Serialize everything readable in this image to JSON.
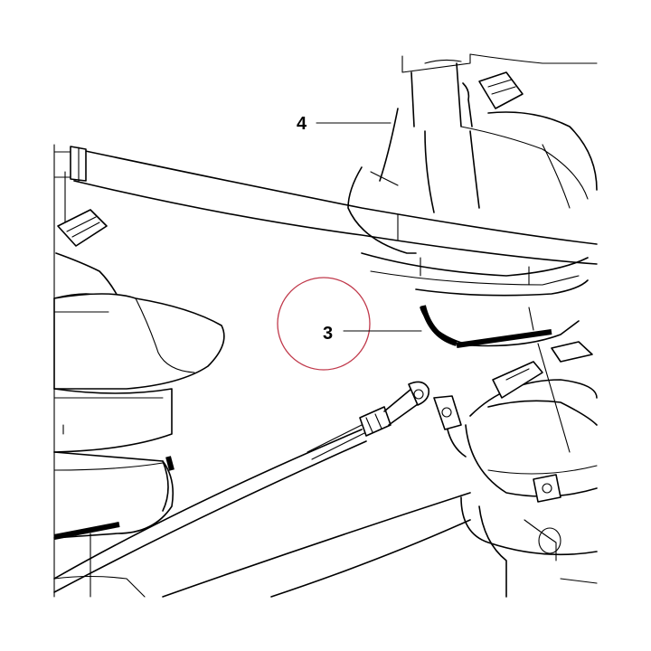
{
  "diagram": {
    "callouts": [
      {
        "id": "callout-4",
        "label": "4"
      },
      {
        "id": "callout-3",
        "label": "3"
      }
    ],
    "highlight_color": "#c0394b",
    "line_color": "#000000",
    "background": "#ffffff"
  }
}
